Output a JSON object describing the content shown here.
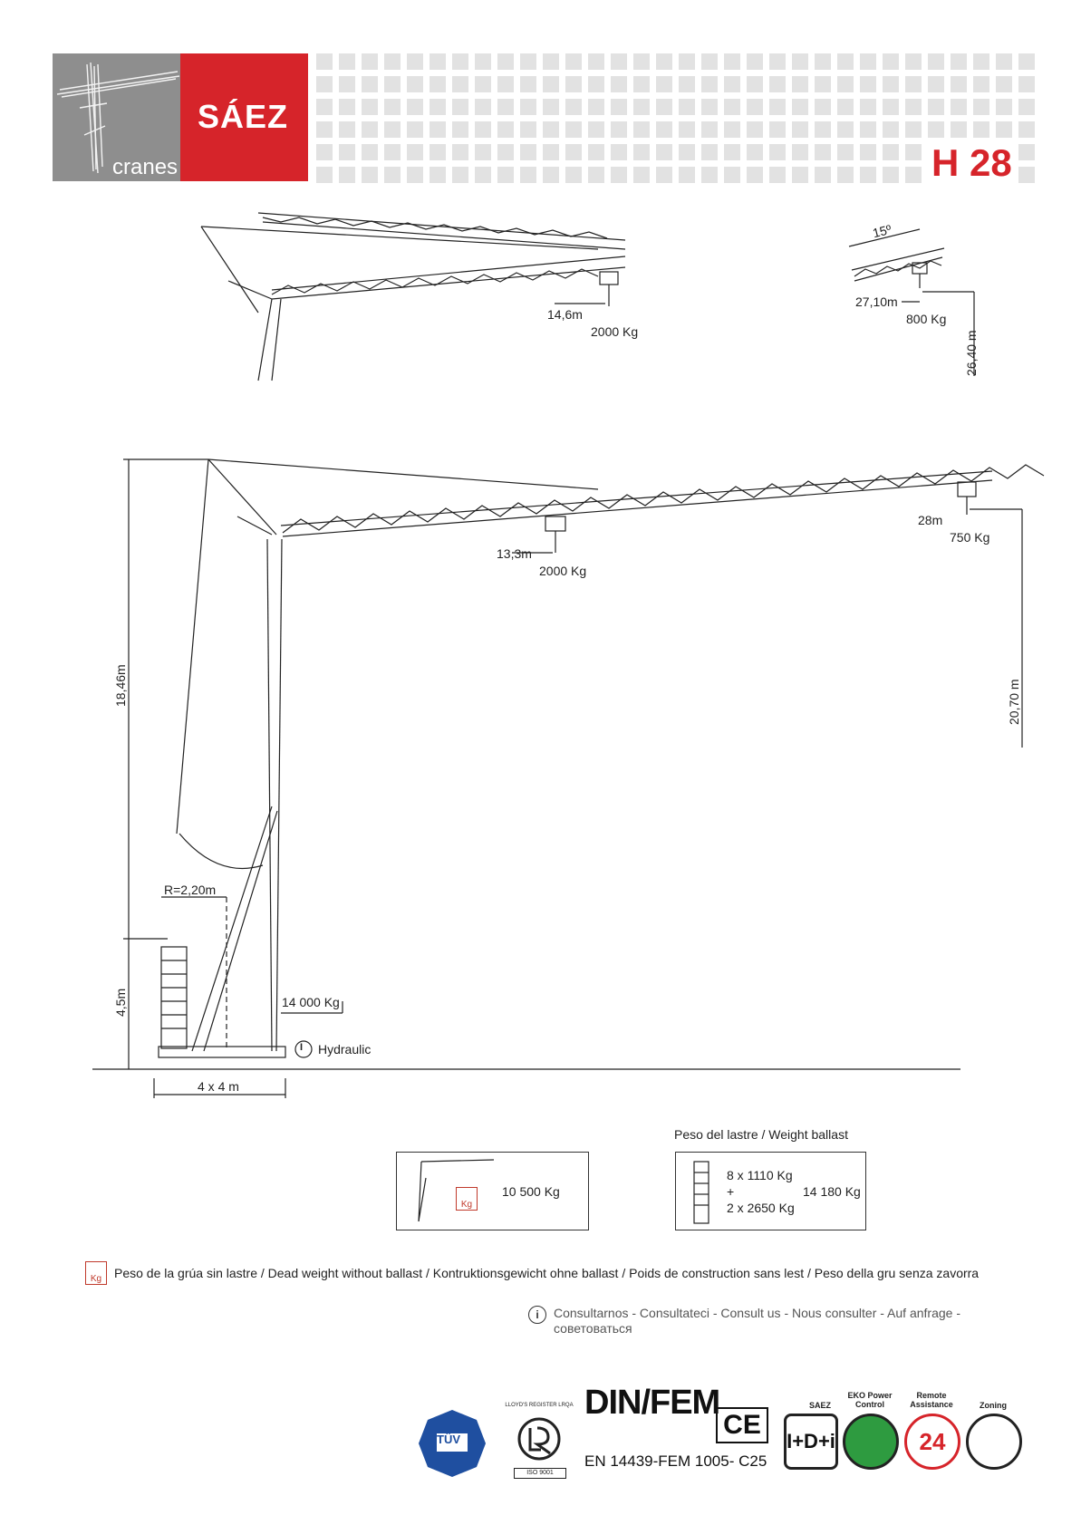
{
  "brand": {
    "name": "SÁEZ",
    "sub": "cranes",
    "red": "#d6242a",
    "grey": "#8e8e8e"
  },
  "model": "H 28",
  "top_left_drawing": {
    "radius": "14,6m",
    "load": "2000 Kg"
  },
  "top_right_drawing": {
    "angle": "15º",
    "radius": "27,10m",
    "load": "800 Kg",
    "height": "26,40 m"
  },
  "main_drawing": {
    "height_total": "18,46m",
    "height_base": "4,5m",
    "radius_near": "13,3m",
    "load_near": "2000 Kg",
    "radius_tip": "28m",
    "load_tip": "750 Kg",
    "hook_height": "20,70 m",
    "counter_radius": "R=2,20m",
    "base_weight": "14 000 Kg",
    "hydraulic": "Hydraulic",
    "hydraulic_icon": "I",
    "base_size": "4 x 4 m"
  },
  "ballast": {
    "title": "Peso del lastre / Weight ballast",
    "dead_weight": "10 500 Kg",
    "line1": "8 x 1110 Kg",
    "plus": "+",
    "line2": "2 x 2650 Kg",
    "total": "14 180 Kg"
  },
  "legend": {
    "icon": "Kg",
    "text": "Peso de la grúa sin lastre / Dead weight without ballast / Kontruktionsgewicht ohne ballast / Poids de construction sans lest / Peso della gru senza zavorra"
  },
  "consult": {
    "icon": "i",
    "text": "Consultarnos - Consultateci - Consult us - Nous consulter - Auf anfrage - советоваться"
  },
  "certs": {
    "tuv": "TÜV",
    "lloyds": "LLOYD'S REGISTER LRQA",
    "iso": "ISO 9001",
    "din": "DIN/FEM",
    "ce": "CE",
    "norm": "EN 14439-FEM 1005- C25",
    "idi_label": "SAEZ",
    "idi": "I+D+i",
    "eko_label": "EKO Power Control",
    "remote_label": "Remote Assistance",
    "remote_num": "24",
    "zoning_label": "Zoning"
  }
}
